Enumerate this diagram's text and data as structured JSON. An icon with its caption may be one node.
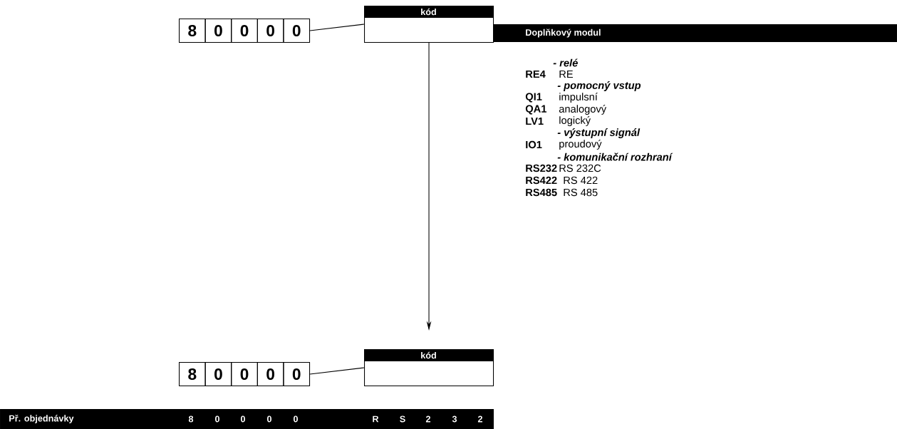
{
  "diagram": {
    "nodes": [
      {
        "text": [
          "8"
        ]
      },
      {
        "text": [
          "0"
        ]
      },
      {
        "text": [
          "0"
        ]
      },
      {
        "text": [
          "0"
        ]
      },
      {
        "text": [
          "0"
        ]
      },
      {
        "text": [
          "kód"
        ]
      },
      {
        "text": [
          "Doplňkový modul"
        ]
      },
      {
        "text": [
          "8"
        ]
      },
      {
        "text": [
          "0"
        ]
      },
      {
        "text": [
          "0"
        ]
      },
      {
        "text": [
          "0"
        ]
      },
      {
        "text": [
          "0"
        ]
      },
      {
        "text": [
          "kód"
        ]
      },
      {
        "text": [
          "Př. objednávky",
          "8",
          "0",
          "0",
          "0",
          "0",
          "R",
          "S",
          "2",
          "3",
          "2"
        ]
      }
    ],
    "edges": [
      {
        "from": 4,
        "to": 5,
        "arrow": "none"
      },
      {
        "from": 5,
        "to": 12,
        "arrow": "to"
      },
      {
        "from": 11,
        "to": 12,
        "arrow": "none"
      }
    ],
    "labels": [
      "- relé",
      "RE4",
      "RE",
      "- pomocný vstup",
      "QI1",
      "impulsní",
      "QA1",
      "analogový",
      "LV1",
      "logický",
      "- výstupní signál",
      "IO1",
      "proudový",
      "- komunikační rozhraní",
      "RS232",
      "RS 232C",
      "RS422",
      "RS 422",
      "RS485",
      "RS 485"
    ]
  }
}
